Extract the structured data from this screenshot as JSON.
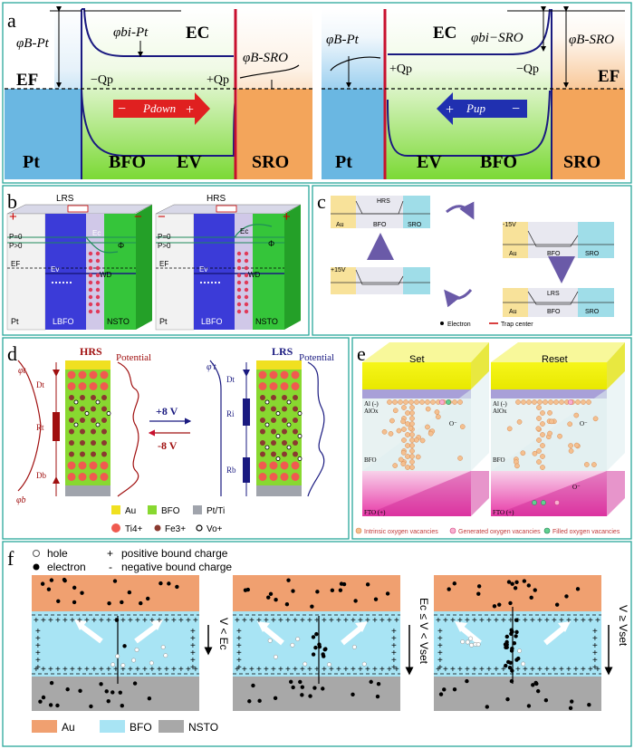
{
  "panels": {
    "a": {
      "letter": "a",
      "left": {
        "phi_b_pt": "φB-Pt",
        "phi_bi_pt": "φbi-Pt",
        "ec": "EC",
        "ef": "EF",
        "neg_qp": "−Qp",
        "pos_qp": "+Qp",
        "phi_b_sro": "φB-SRO",
        "pdown": "Pdown",
        "plus": "+",
        "minus": "−",
        "pt": "Pt",
        "bfo": "BFO",
        "ev": "EV",
        "sro": "SRO"
      },
      "right": {
        "phi_b_pt": "φB-Pt",
        "ec": "EC",
        "phi_bi_sro": "φbi−SRO",
        "phi_b_sro": "φB-SRO",
        "pos_qp": "+Qp",
        "neg_qp": "−Qp",
        "ef": "EF",
        "pup": "Pup",
        "plus": "+",
        "minus": "−",
        "pt": "Pt",
        "ev": "EV",
        "bfo": "BFO",
        "sro": "SRO"
      }
    },
    "b": {
      "letter": "b",
      "lrs": "LRS",
      "hrs": "HRS",
      "plus": "+",
      "minus": "−",
      "ec": "Ec",
      "p0": "P=0",
      "p_gt0": "P>0",
      "ef": "EF",
      "ev": "Ev",
      "wd": "WD",
      "phi": "Φ",
      "pt": "Pt",
      "lbfo": "LBFO",
      "nsto": "NSTO"
    },
    "c": {
      "letter": "c",
      "hrs": "HRS",
      "lrs": "LRS",
      "au": "Au",
      "bfo": "BFO",
      "sro": "SRO",
      "minus15": "-15V",
      "plus15": "+15V",
      "legend_electron": "Electron",
      "legend_trap": "Trap center"
    },
    "d": {
      "letter": "d",
      "hrs": "HRS",
      "lrs": "LRS",
      "potential": "Potential",
      "phi_t": "φt",
      "phi_b": "φb",
      "phi_t_prime": "φ't",
      "dt": "Dt",
      "rt": "Rt",
      "db": "Db",
      "ri": "Ri",
      "rb": "Rb",
      "plus8": "+8 V",
      "minus8": "-8 V",
      "legend": {
        "au": "Au",
        "bfo": "BFO",
        "ptti": "Pt/Ti",
        "ti": "Ti4+",
        "fe": "Fe3+",
        "vo": "Vo+"
      }
    },
    "e": {
      "letter": "e",
      "set": "Set",
      "reset": "Reset",
      "al": "Al (-)",
      "alox": "AlOx",
      "bfo": "BFO",
      "fto": "FTO (+)",
      "o_minus": "O⁻",
      "legend": {
        "intrinsic": "Intrinsic oxygen vacancies",
        "generated": "Generated oxygen vacancies",
        "filled": "Filled oxygen vacancies"
      }
    },
    "f": {
      "letter": "f",
      "legend_hole": "hole",
      "legend_electron": "electron",
      "legend_pos": "positive bound charge",
      "legend_neg": "negative bound charge",
      "v1": "V < Ec",
      "v2": "Ec ≤ V < Vset",
      "v3": "V ≥ Vset",
      "bottom": {
        "au": "Au",
        "bfo": "BFO",
        "nsto": "NSTO"
      }
    }
  },
  "colors": {
    "pt_blue": "#7fbfe6",
    "bfo_green": "#8ee04a",
    "sro_orange": "#f5b470",
    "red_line": "#c8102e",
    "navy": "#1a1a80",
    "au_yellow": "#f4e04a",
    "bfo_cyan": "#a8e4f4",
    "nsto_gray": "#a8a8a8",
    "au_orange": "#f0a070",
    "border_teal": "#2aa79b"
  }
}
